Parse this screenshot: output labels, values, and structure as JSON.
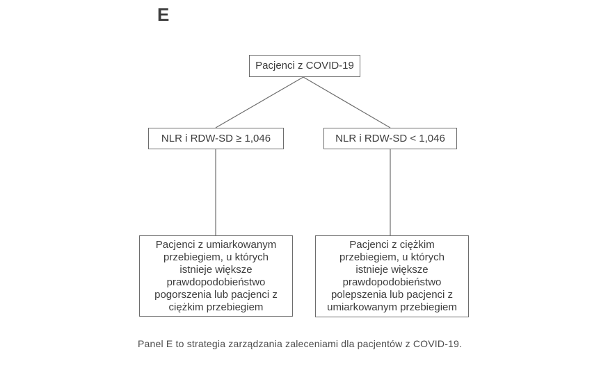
{
  "panel_label": "E",
  "flowchart": {
    "root": {
      "label": "Pacjenci z COVID-19"
    },
    "branches": [
      {
        "label": "NLR i RDW-SD ≥ 1,046"
      },
      {
        "label": "NLR i RDW-SD < 1,046"
      }
    ],
    "outcomes": [
      {
        "label": "Pacjenci z umiarkowanym\nprzebiegiem, u których\nistnieje większe\nprawdopodobieństwo\npogorszenia lub pacjenci z\nciężkim przebiegiem"
      },
      {
        "label": "Pacjenci z ciężkim\nprzebiegiem, u których\nistnieje większe\nprawdopodobieństwo\npolepszenia lub pacjenci z\numiarkowanym przebiegiem"
      }
    ]
  },
  "caption": "Panel E to strategia zarządzania zaleceniami dla pacjentów z COVID-19.",
  "colors": {
    "border": "#6d6d6d",
    "text": "#3c3c3c",
    "caption": "#4b4b4b",
    "background": "#ffffff"
  }
}
